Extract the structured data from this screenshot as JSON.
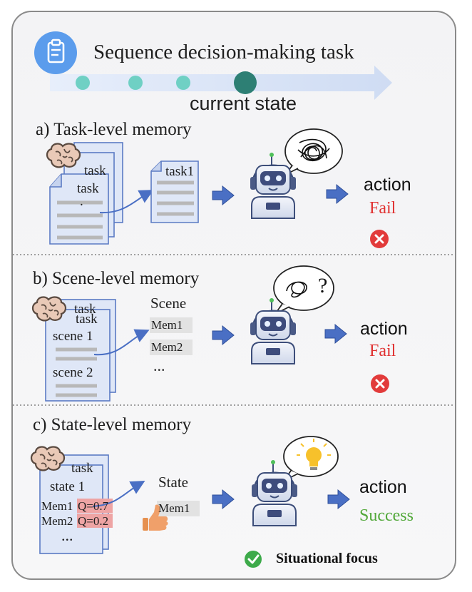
{
  "title": "Sequence decision-making task",
  "current_state": "current state",
  "sections": {
    "task": {
      "heading": "a) Task-level memory",
      "doc_back_label": "task",
      "doc_front_label": "task",
      "doc_front_dot": ".",
      "selected_doc_label": "task1",
      "action": "action",
      "result": "Fail"
    },
    "scene": {
      "heading": "b) Scene-level memory",
      "doc_back_label": "task",
      "doc_front_label": "task",
      "scene1": "scene 1",
      "scene2": "scene 2",
      "list_title": "Scene",
      "mem1": "Mem1",
      "mem2": "Mem2",
      "ellipsis": "...",
      "thought_symbol": "?",
      "action": "action",
      "result": "Fail"
    },
    "state": {
      "heading": "c) State-level memory",
      "doc_label": "task",
      "state1": "state 1",
      "mem1": "Mem1",
      "q1": "Q=0.7",
      "mem2": "Mem2",
      "q2": "Q=0.2",
      "ellipsis": "...",
      "selected_title": "State",
      "selected_mem": "Mem1",
      "action": "action",
      "result": "Success"
    }
  },
  "legend": {
    "situational_focus": "Situational focus"
  },
  "icons": {
    "task_clipboard": "clipboard-icon",
    "brain": "brain-icon",
    "robot": "robot-icon",
    "fail": "x-circle-icon",
    "success": "check-circle-icon",
    "thumbs_up": "thumbs-up-icon",
    "lightbulb": "lightbulb-icon"
  },
  "colors": {
    "doc_blue": "#dfe7f7",
    "doc_border": "#5b7bc4",
    "arrow_blue": "#4a6fc4",
    "fail_red": "#e03030",
    "success_green": "#52a83a",
    "teal_dot": "#6fd0c4",
    "teal_current": "#2d7f74"
  }
}
